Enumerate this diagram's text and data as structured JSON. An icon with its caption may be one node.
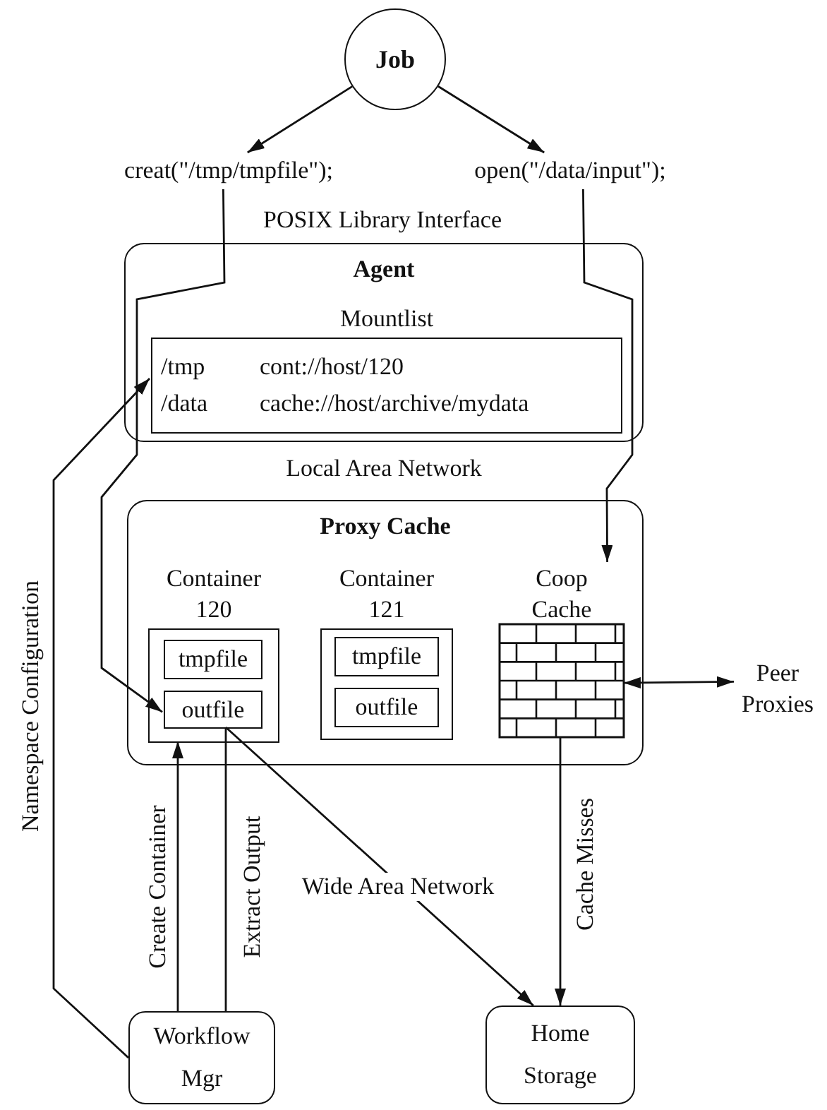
{
  "diagram": {
    "nodes": [
      {
        "text": [
          "Job"
        ]
      },
      {
        "text": [
          "creat(\"/tmp/tmpfile\");"
        ]
      },
      {
        "text": [
          "open(\"/data/input\");"
        ]
      },
      {
        "text": [
          "Agent"
        ]
      },
      {
        "text": [
          "Mountlist",
          "/tmp",
          "cont://host/120",
          "/data",
          "cache://host/archive/mydata"
        ],
        "in": 3
      },
      {
        "text": [
          "Proxy Cache"
        ]
      },
      {
        "text": [
          "Container 120"
        ],
        "in": 5
      },
      {
        "text": [
          "tmpfile"
        ],
        "in": 6
      },
      {
        "text": [
          "outfile"
        ],
        "in": 6
      },
      {
        "text": [
          "Container 121"
        ],
        "in": 5
      },
      {
        "text": [
          "tmpfile"
        ],
        "in": 9
      },
      {
        "text": [
          "outfile"
        ],
        "in": 9
      },
      {
        "text": [
          "Coop Cache"
        ],
        "in": 5
      },
      {
        "text": [
          "Peer Proxies"
        ]
      },
      {
        "text": [
          "Workflow Mgr"
        ]
      },
      {
        "text": [
          "Home Storage"
        ]
      }
    ],
    "edges": [
      {
        "from": 0,
        "to": 1,
        "arrow": "to"
      },
      {
        "from": 0,
        "to": 2,
        "arrow": "to"
      },
      {
        "from": 1,
        "to": 8,
        "arrow": "to"
      },
      {
        "from": 2,
        "to": 12,
        "arrow": "to"
      },
      {
        "from": 14,
        "to": 4,
        "arrow": "to",
        "label": "Namespace Configuration"
      },
      {
        "from": 14,
        "to": 6,
        "arrow": "to",
        "label": "Create Container"
      },
      {
        "from": 8,
        "to": 14,
        "arrow": "none",
        "label": "Extract Output"
      },
      {
        "from": 8,
        "to": 15,
        "arrow": "to",
        "label": "Wide Area Network"
      },
      {
        "from": 12,
        "to": 15,
        "arrow": "to",
        "label": "Cache Misses"
      },
      {
        "from": 12,
        "to": 13,
        "arrow": "both"
      }
    ],
    "labels": [
      "POSIX Library Interface",
      "Local Area Network"
    ]
  }
}
